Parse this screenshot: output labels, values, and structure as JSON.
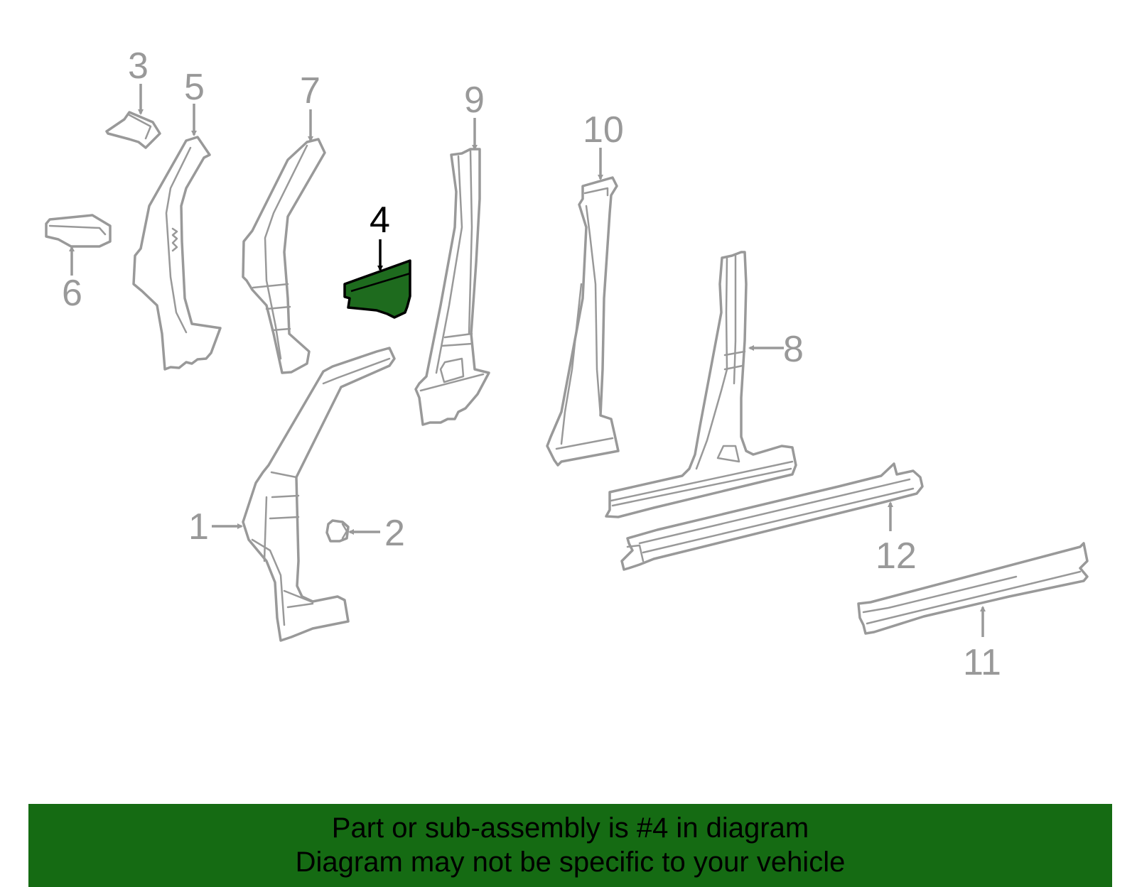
{
  "diagram": {
    "highlighted_part": "4",
    "callouts": [
      "1",
      "2",
      "3",
      "4",
      "5",
      "6",
      "7",
      "8",
      "9",
      "10",
      "11",
      "12"
    ]
  },
  "banner": {
    "line1": "Part or sub-assembly is #4 in diagram",
    "line2": "Diagram may not be specific to your vehicle"
  },
  "colors": {
    "highlight": "#1e6b1e",
    "banner": "#156b13",
    "outline": "#999999"
  }
}
